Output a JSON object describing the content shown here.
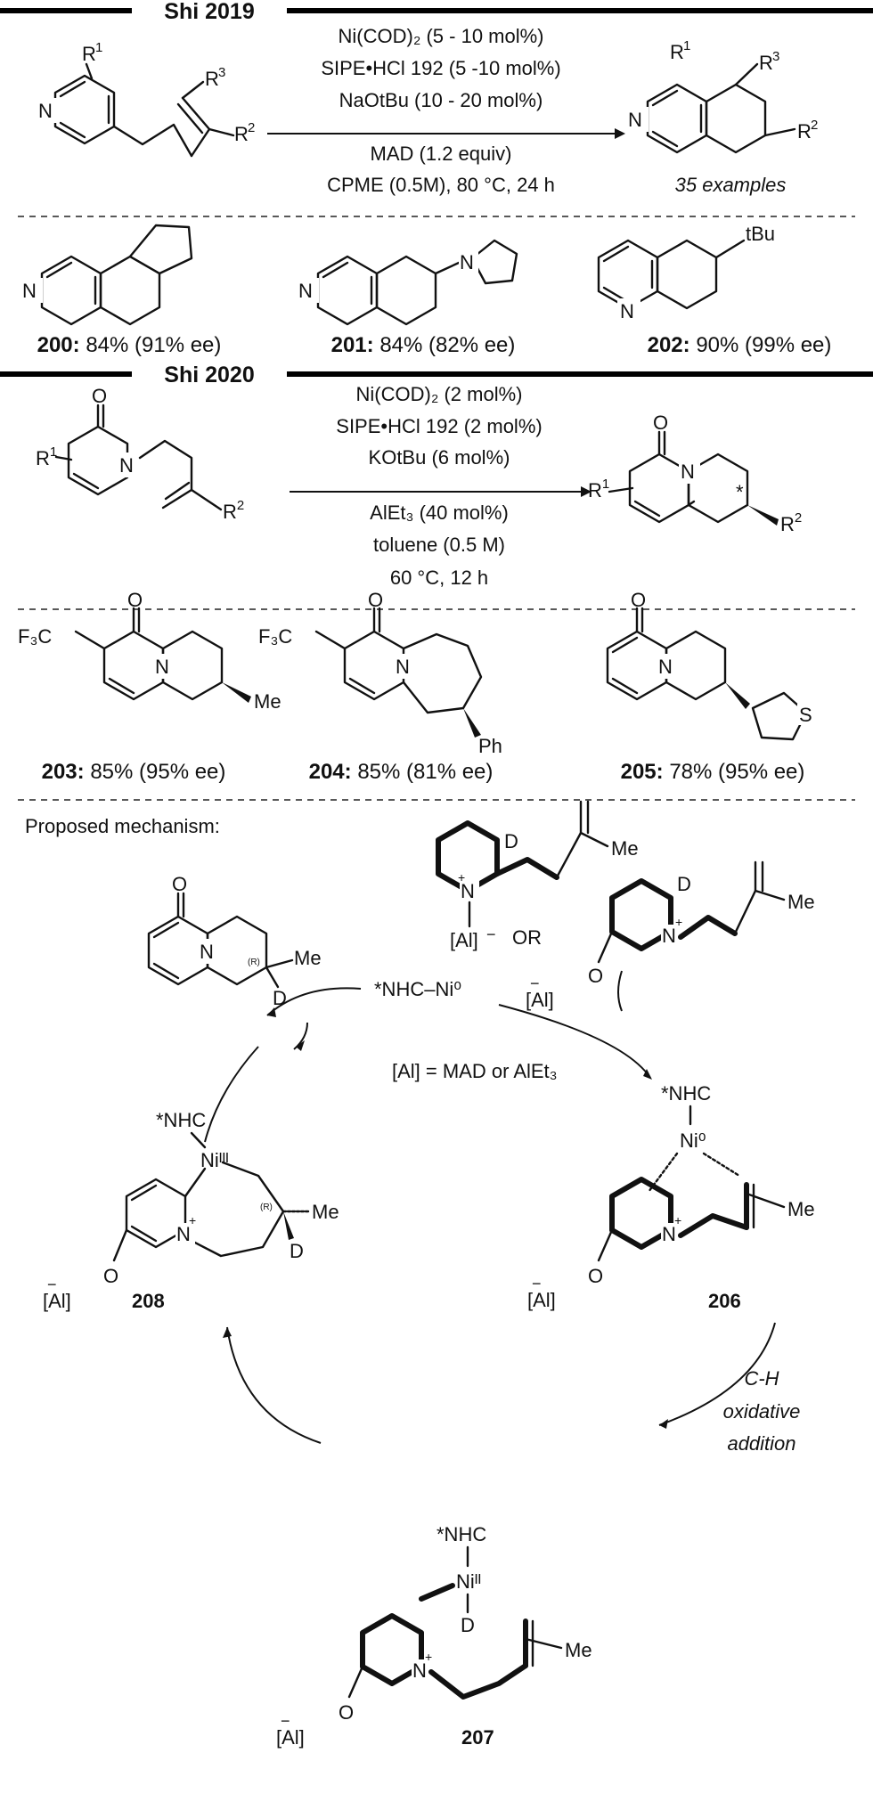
{
  "section1": {
    "title": "Shi 2019",
    "conditions": [
      "Ni(COD)₂ (5 - 10 mol%)",
      "SIPE•HCl 192 (5 -10 mol%)",
      "NaOtBu (10 - 20 mol%)",
      "MAD (1.2 equiv)",
      "CPME (0.5M), 80 °C, 24 h"
    ],
    "scope": "35 examples",
    "sub": {
      "r1": "R",
      "r1s": "1",
      "r2": "R",
      "r2s": "2",
      "r3": "R",
      "r3s": "3",
      "n": "N",
      "tbu": "tBu"
    },
    "examples": [
      {
        "id": "200:",
        "text": "84% (91% ee)"
      },
      {
        "id": "201:",
        "text": "84% (82% ee)"
      },
      {
        "id": "202:",
        "text": "90% (99% ee)"
      }
    ]
  },
  "section2": {
    "title": "Shi 2020",
    "conditions": [
      "Ni(COD)₂ (2 mol%)",
      "SIPE•HCl 192 (2 mol%)",
      "KOtBu (6 mol%)",
      "AlEt₃ (40 mol%)",
      "toluene (0.5 M)",
      "60 °C, 12 h"
    ],
    "sub": {
      "o": "O",
      "n": "N",
      "star": "*",
      "f3c": "F₃C",
      "me": "Me",
      "ph": "Ph",
      "s": "S"
    },
    "examples": [
      {
        "id": "203:",
        "text": "85% (95% ee)"
      },
      {
        "id": "204:",
        "text": "85% (81% ee)"
      },
      {
        "id": "205:",
        "text": "78% (95% ee)"
      }
    ]
  },
  "mechanism": {
    "title": "Proposed mechanism:",
    "catalyst": "*NHC–Ni⁰",
    "al_def": "[Al] = MAD or AlEt₃",
    "or": "OR",
    "al": "[Al]",
    "minus": "−",
    "plus": "+",
    "d": "D",
    "me": "Me",
    "r_label": "(R)",
    "nhc": "*NHC",
    "ni0": "Ni⁰",
    "ni2": "Niᴵᴵ",
    "ni3": "Niᴵᴵᴵ",
    "step": [
      "C-H",
      "oxidative",
      "addition"
    ],
    "ids": {
      "i206": "206",
      "i207": "207",
      "i208": "208"
    }
  }
}
